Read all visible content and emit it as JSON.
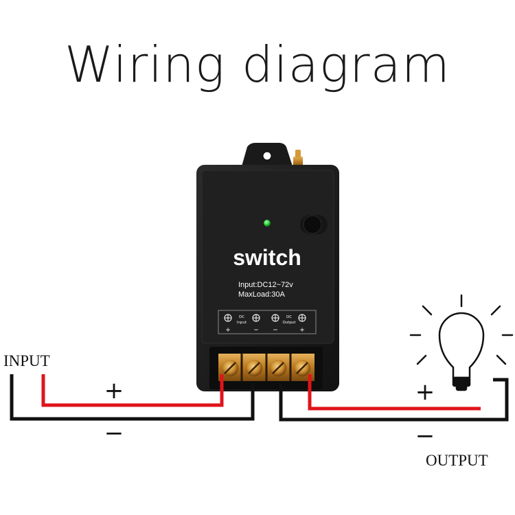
{
  "title": "Wiring diagram",
  "device": {
    "name": "switch",
    "spec_input": "Input:DC12~72v",
    "spec_load": "MaxLoad:30A",
    "terminal_labels": {
      "dc_input": "DC\nInput",
      "dc_output": "DC\nOutput"
    }
  },
  "labels": {
    "input": "INPUT",
    "output": "OUTPUT",
    "plus": "+",
    "minus": "−"
  },
  "colors": {
    "positive_wire": "#e0141b",
    "negative_wire": "#111111",
    "device_body": "#1c1c1c",
    "terminal_brass": "#c8872a",
    "led": "#2fd23a"
  }
}
